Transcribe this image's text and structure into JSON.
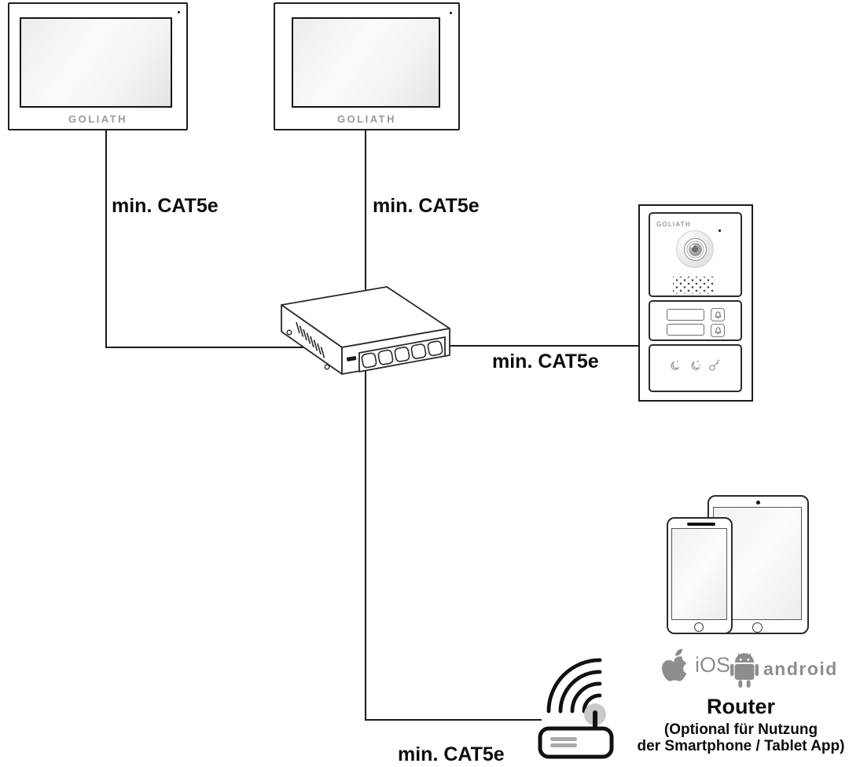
{
  "brand": {
    "logo": "GOLIATH"
  },
  "cables": {
    "monitor1": "min. CAT5e",
    "monitor2": "min. CAT5e",
    "door_station": "min. CAT5e",
    "router": "min. CAT5e"
  },
  "router_note": {
    "title": "Router",
    "line1": "(Optional für Nutzung",
    "line2": "der Smartphone / Tablet App)"
  },
  "platforms": {
    "ios": "iOS",
    "android": "android"
  },
  "colors": {
    "line": "#1a1a1a",
    "brand_gray": "#9a9a9a",
    "platform_gray": "#8d8d8d"
  }
}
